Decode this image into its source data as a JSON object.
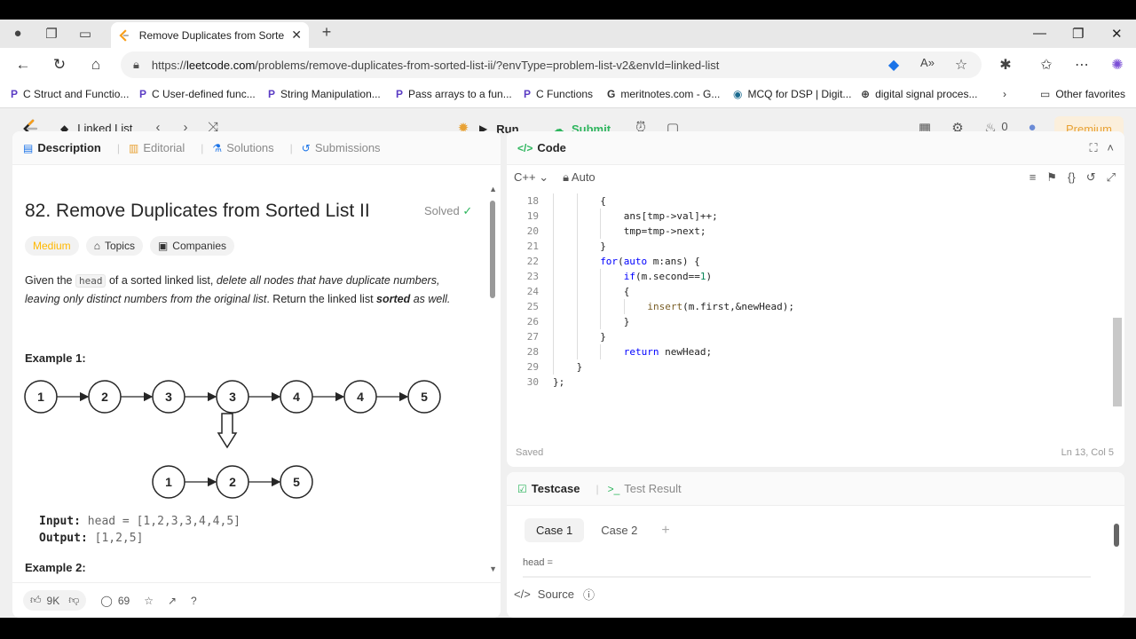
{
  "browser": {
    "tab_title": "Remove Duplicates from Sorted L",
    "url_prefix": "https://",
    "url_host": "leetcode.com",
    "url_path": "/problems/remove-duplicates-from-sorted-list-ii/?envType=problem-list-v2&envId=linked-list"
  },
  "favorites": [
    {
      "label": "C Struct and Functio...",
      "icon": "P"
    },
    {
      "label": "C User-defined func...",
      "icon": "P"
    },
    {
      "label": "String Manipulation...",
      "icon": "P"
    },
    {
      "label": "Pass arrays to a fun...",
      "icon": "P"
    },
    {
      "label": "C Functions",
      "icon": "P"
    },
    {
      "label": "meritnotes.com - G...",
      "icon": "G"
    },
    {
      "label": "MCQ for DSP | Digit...",
      "icon": "◉"
    },
    {
      "label": "digital signal proces...",
      "icon": "⊕"
    }
  ],
  "other_favorites": "Other favorites",
  "header": {
    "problem_list": "Linked List",
    "run": "Run",
    "submit": "Submit",
    "streak_count": "0",
    "premium": "Premium"
  },
  "left_tabs": [
    "Description",
    "Editorial",
    "Solutions",
    "Submissions"
  ],
  "problem": {
    "title": "82. Remove Duplicates from Sorted List II",
    "status": "Solved",
    "difficulty": "Medium",
    "topics": "Topics",
    "companies": "Companies",
    "desc_1": "Given the ",
    "desc_code": "head",
    "desc_2": " of a sorted linked list, ",
    "desc_3": "delete all nodes that have duplicate numbers, leaving only distinct numbers from the original list",
    "desc_4": ". Return the linked list ",
    "desc_5": "sorted",
    "desc_6": " as well.",
    "example1": "Example 1:",
    "example2": "Example 2:",
    "input_label": "Input:",
    "input_value": "head = [1,2,3,3,4,4,5]",
    "output_label": "Output:",
    "output_value": "[1,2,5]",
    "list_top": [
      "1",
      "2",
      "3",
      "3",
      "4",
      "4",
      "5"
    ],
    "list_bottom": [
      "1",
      "2",
      "5"
    ]
  },
  "footer": {
    "likes": "9K",
    "comments": "69"
  },
  "code_panel": {
    "title": "Code",
    "language": "C++",
    "mode": "Auto",
    "saved": "Saved",
    "cursor": "Ln 13, Col 5"
  },
  "code_lines": [
    {
      "n": "18",
      "indent": 8,
      "html": "{"
    },
    {
      "n": "19",
      "indent": 12,
      "html": "ans[tmp->val]++;"
    },
    {
      "n": "20",
      "indent": 12,
      "html": "tmp=tmp->next;"
    },
    {
      "n": "21",
      "indent": 8,
      "html": "}"
    },
    {
      "n": "22",
      "indent": 8,
      "html": "<span class=\"kw\">for</span>(<span class=\"kw\">auto</span> m:ans) {"
    },
    {
      "n": "23",
      "indent": 12,
      "html": "<span class=\"kw\">if</span>(m.second==<span class=\"num\">1</span>)"
    },
    {
      "n": "24",
      "indent": 12,
      "html": "{"
    },
    {
      "n": "25",
      "indent": 16,
      "html": "<span class=\"fn\">insert</span>(m.first,&newHead);"
    },
    {
      "n": "26",
      "indent": 12,
      "html": "}"
    },
    {
      "n": "27",
      "indent": 8,
      "html": "}"
    },
    {
      "n": "28",
      "indent": 12,
      "html": "<span class=\"kw\">return</span> newHead;"
    },
    {
      "n": "29",
      "indent": 4,
      "html": "}"
    },
    {
      "n": "30",
      "indent": 0,
      "html": "};"
    }
  ],
  "test_panel": {
    "tab1": "Testcase",
    "tab2": "Test Result",
    "case1": "Case 1",
    "case2": "Case 2",
    "param": "head =",
    "source": "Source"
  }
}
